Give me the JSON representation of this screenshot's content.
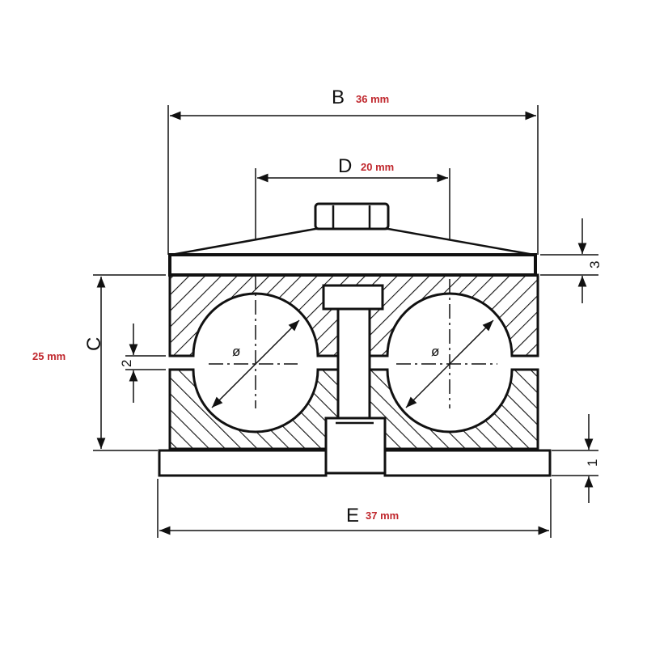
{
  "dimensions": {
    "B": {
      "letter": "B",
      "value": "36 mm"
    },
    "D": {
      "letter": "D",
      "value": "20 mm"
    },
    "C": {
      "letter": "C",
      "value": "25 mm"
    },
    "E": {
      "letter": "E",
      "value": "37 mm"
    },
    "gap": {
      "letter": "2"
    },
    "cover": {
      "letter": "3"
    },
    "base": {
      "letter": "1"
    }
  },
  "diameter_symbol": "ø",
  "colors": {
    "line": "#111111",
    "accent": "#c0272d"
  }
}
